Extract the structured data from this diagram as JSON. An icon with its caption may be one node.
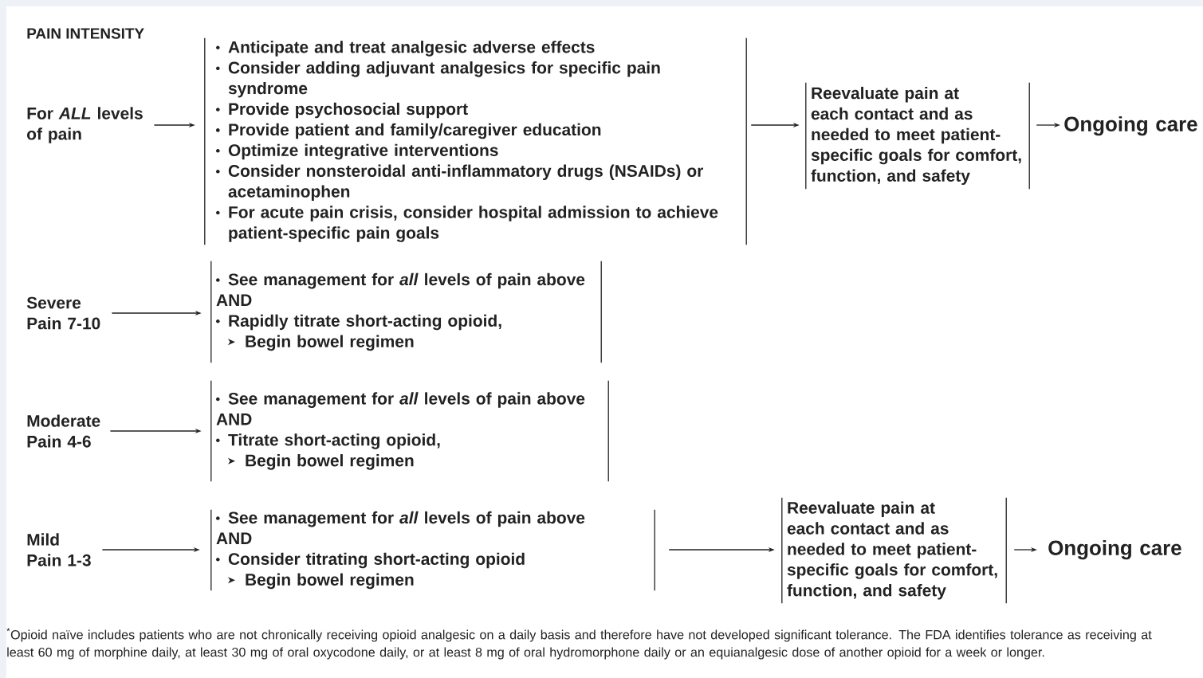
{
  "diagram": {
    "title": "PAIN INTENSITY",
    "caption": "$^{*}$Opioid naïve includes patients who are not chronically receiving opioid analgesic on a daily basis and therefore have not developed significant tolerance. The FDA identifies tolerance as receiving at least 60 mg of morphine daily, at least 30 mg of oral oxycodone daily, or at least 8 mg of oral hydromorphone daily or an equianalgesic dose of another opioid for a week or longer.",
    "nodes": [
      {
        "text": [
          "For *ALL* levels of pain"
        ]
      },
      {
        "text": [
          "Anticipate and treat analgesic adverse effects",
          "Consider adding adjuvant analgesics for specific pain syndrome",
          "Provide psychosocial support",
          "Provide patient and family/caregiver education",
          "Optimize integrative interventions",
          "Consider nonsteroidal anti-inflammatory drugs (NSAIDs) or acetaminophen",
          "For acute pain crisis, consider hospital admission to achieve patient-specific pain goals"
        ]
      },
      {
        "text": [
          "Reevaluate pain at each contact and as needed to meet patient-specific goals for comfort, function, and safety"
        ]
      },
      {
        "text": [
          "Ongoing care"
        ]
      },
      {
        "text": [
          "Severe Pain 7-10"
        ]
      },
      {
        "text": [
          "See management for *all* levels of pain above",
          "AND",
          "Rapidly titrate short-acting opioid,",
          "Begin bowel regimen"
        ]
      },
      {
        "text": [
          "Moderate Pain 4-6"
        ]
      },
      {
        "text": [
          "See management for *all* levels of pain above",
          "AND",
          "Titrate short-acting opioid,",
          "Begin bowel regimen"
        ]
      },
      {
        "text": [
          "Mild Pain 1-3"
        ]
      },
      {
        "text": [
          "See management for *all* levels of pain above",
          "AND",
          "Consider titrating short-acting opioid",
          "Begin bowel regimen"
        ]
      },
      {
        "text": [
          "Reevaluate pain at each contact and as needed to meet patient-specific goals for comfort, function, and safety"
        ]
      },
      {
        "text": [
          "Ongoing care"
        ]
      }
    ],
    "edges": [
      {
        "from": 0,
        "to": 1,
        "arrow": "to"
      },
      {
        "from": 1,
        "to": 2,
        "arrow": "to"
      },
      {
        "from": 2,
        "to": 3,
        "arrow": "to"
      },
      {
        "from": 4,
        "to": 5,
        "arrow": "to"
      },
      {
        "from": 6,
        "to": 7,
        "arrow": "to"
      },
      {
        "from": 8,
        "to": 9,
        "arrow": "to"
      },
      {
        "from": 9,
        "to": 10,
        "arrow": "to"
      },
      {
        "from": 10,
        "to": 11,
        "arrow": "to"
      }
    ]
  }
}
